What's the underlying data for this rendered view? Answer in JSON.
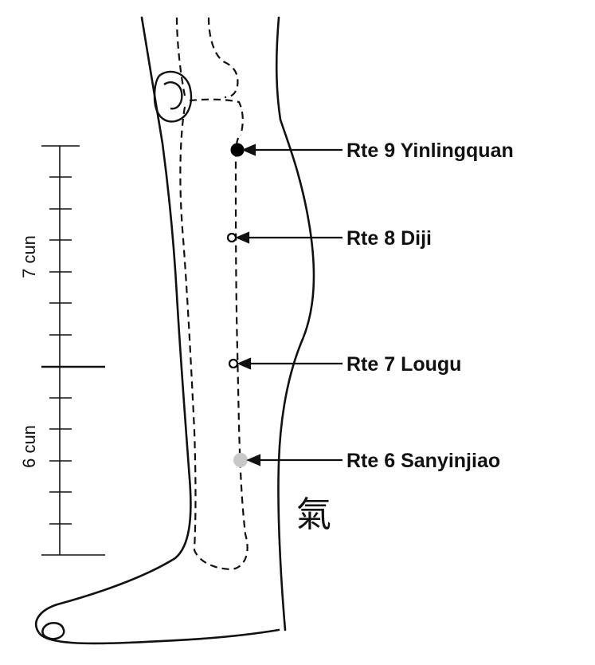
{
  "points": [
    {
      "id": "rte9",
      "label": "Rte 9 Yinlingquan",
      "marker": "filled",
      "color": "#000000"
    },
    {
      "id": "rte8",
      "label": "Rte 8 Diji",
      "marker": "open",
      "color": "#000000"
    },
    {
      "id": "rte7",
      "label": "Rte 7 Lougu",
      "marker": "open",
      "color": "#000000"
    },
    {
      "id": "rte6",
      "label": "Rte 6 Sanyinjiao",
      "marker": "filled",
      "color": "#c8c8c8"
    }
  ],
  "scale": {
    "upper_label": "7 cun",
    "lower_label": "6 cun",
    "upper_divisions": 7,
    "lower_divisions": 6
  },
  "seal": {
    "glyph": "氣"
  }
}
